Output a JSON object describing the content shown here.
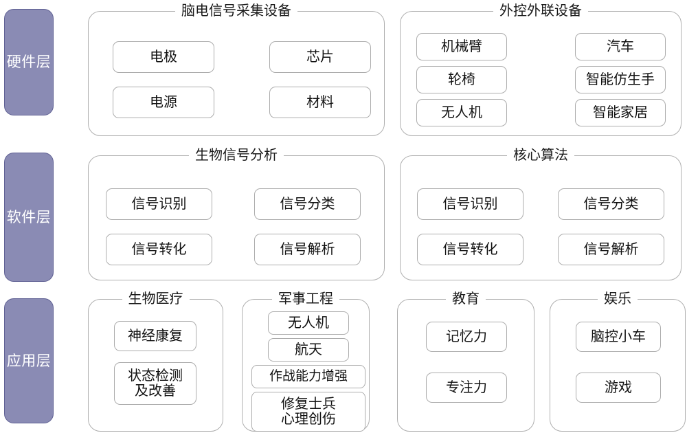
{
  "diagram": {
    "title_text": "",
    "colors": {
      "layer_fill": "#8A8BB4",
      "layer_border": "#5F6093",
      "layer_text": "#FFFFFF",
      "group_border": "#AFAFAF",
      "item_border": "#ACACAC",
      "text": "#111111",
      "background": "#FFFFFF"
    }
  },
  "layers": [
    {
      "id": "hardware",
      "label": "硬件层"
    },
    {
      "id": "software",
      "label": "软件层"
    },
    {
      "id": "application",
      "label": "应用层"
    }
  ],
  "groups": {
    "eeg_acquisition": {
      "title": "脑电信号采集设备",
      "items": [
        "电极",
        "芯片",
        "电源",
        "材料"
      ]
    },
    "external_devices": {
      "title": "外控外联设备",
      "items": [
        "机械臂",
        "汽车",
        "轮椅",
        "智能仿生手",
        "无人机",
        "智能家居"
      ]
    },
    "bio_signal_analysis": {
      "title": "生物信号分析",
      "items": [
        "信号识别",
        "信号分类",
        "信号转化",
        "信号解析"
      ]
    },
    "core_algorithm": {
      "title": "核心算法",
      "items": [
        "信号识别",
        "信号分类",
        "信号转化",
        "信号解析"
      ]
    },
    "biomedical": {
      "title": "生物医疗",
      "items": [
        "神经康复",
        "状态检测\n及改善"
      ]
    },
    "military": {
      "title": "军事工程",
      "items": [
        "无人机",
        "航天",
        "作战能力增强",
        "修复士兵\n心理创伤"
      ]
    },
    "education": {
      "title": "教育",
      "items": [
        "记忆力",
        "专注力"
      ]
    },
    "entertainment": {
      "title": "娱乐",
      "items": [
        "脑控小车",
        "游戏"
      ]
    }
  }
}
